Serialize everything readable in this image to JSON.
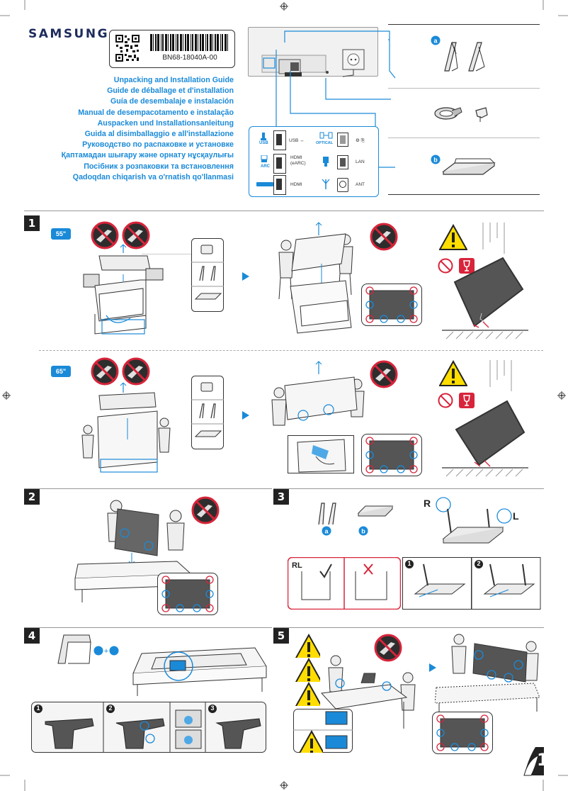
{
  "brand": "SAMSUNG",
  "label": {
    "code": "BN68-18040A-00"
  },
  "titles": [
    "Unpacking and Installation Guide",
    "Guide de déballage et d'installation",
    "Guía de desembalaje e instalación",
    "Manual de desempacotamento e instalação",
    "Auspacken und Installationsanleitung",
    "Guida al disimballaggio e all'installazione",
    "Руководство по распаковке и установке",
    "Қаптамадан шығару және орнату нұсқаулығы",
    "Посібник з розпаковки та встановлення",
    "Qadoqdan chiqarish va o'rnatish qo'llanmasi"
  ],
  "ports": {
    "usb": "USB",
    "usb_label": "USB ↔",
    "optical": "OPTICAL",
    "hdmi_arc_top": "HDMI",
    "hdmi_arc_bottom": "(eARC)",
    "arc": "ARC",
    "lan": "LAN",
    "hdmi": "HDMI",
    "ant": "ANT"
  },
  "parts": {
    "a": "a",
    "b": "b"
  },
  "steps": {
    "s1": "1",
    "s2": "2",
    "s3": "3",
    "s4": "4",
    "s5": "5",
    "size55": "55\"",
    "size65": "65\"",
    "rl": "RL",
    "r": "R",
    "l": "L",
    "sub1": "1",
    "sub2": "2",
    "sub3": "3"
  },
  "page_number": "1",
  "colors": {
    "accent": "#1a8ad8",
    "warning": "#ffdd00",
    "prohibit": "#d8243a"
  }
}
